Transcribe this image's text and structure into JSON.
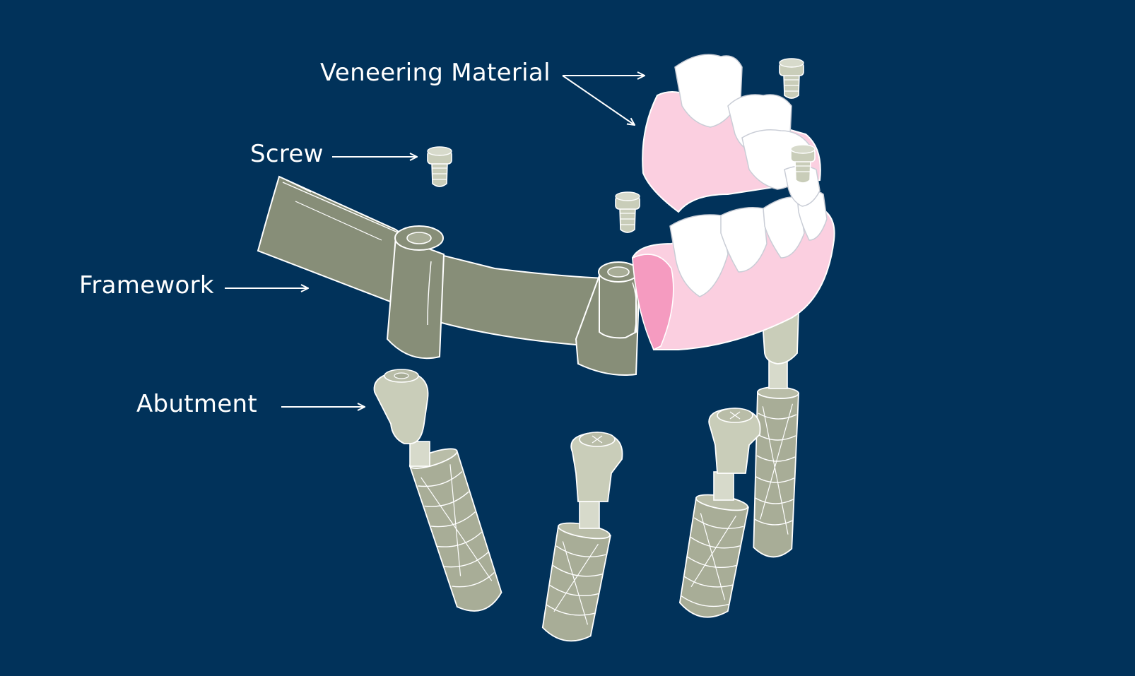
{
  "labels": {
    "veneering": "Veneering Material",
    "screw": "Screw",
    "framework": "Framework",
    "abutment": "Abutment"
  },
  "colors": {
    "background": "#01325a",
    "framework": "#878e78",
    "implant": "#a8ad97",
    "abutment": "#c9cdb9",
    "gingiva": "#fbcfe0",
    "gingiva_dark": "#f59bc0",
    "teeth": "#ffffff",
    "line": "#ffffff"
  },
  "icons": [
    "arrow-right-icon"
  ]
}
